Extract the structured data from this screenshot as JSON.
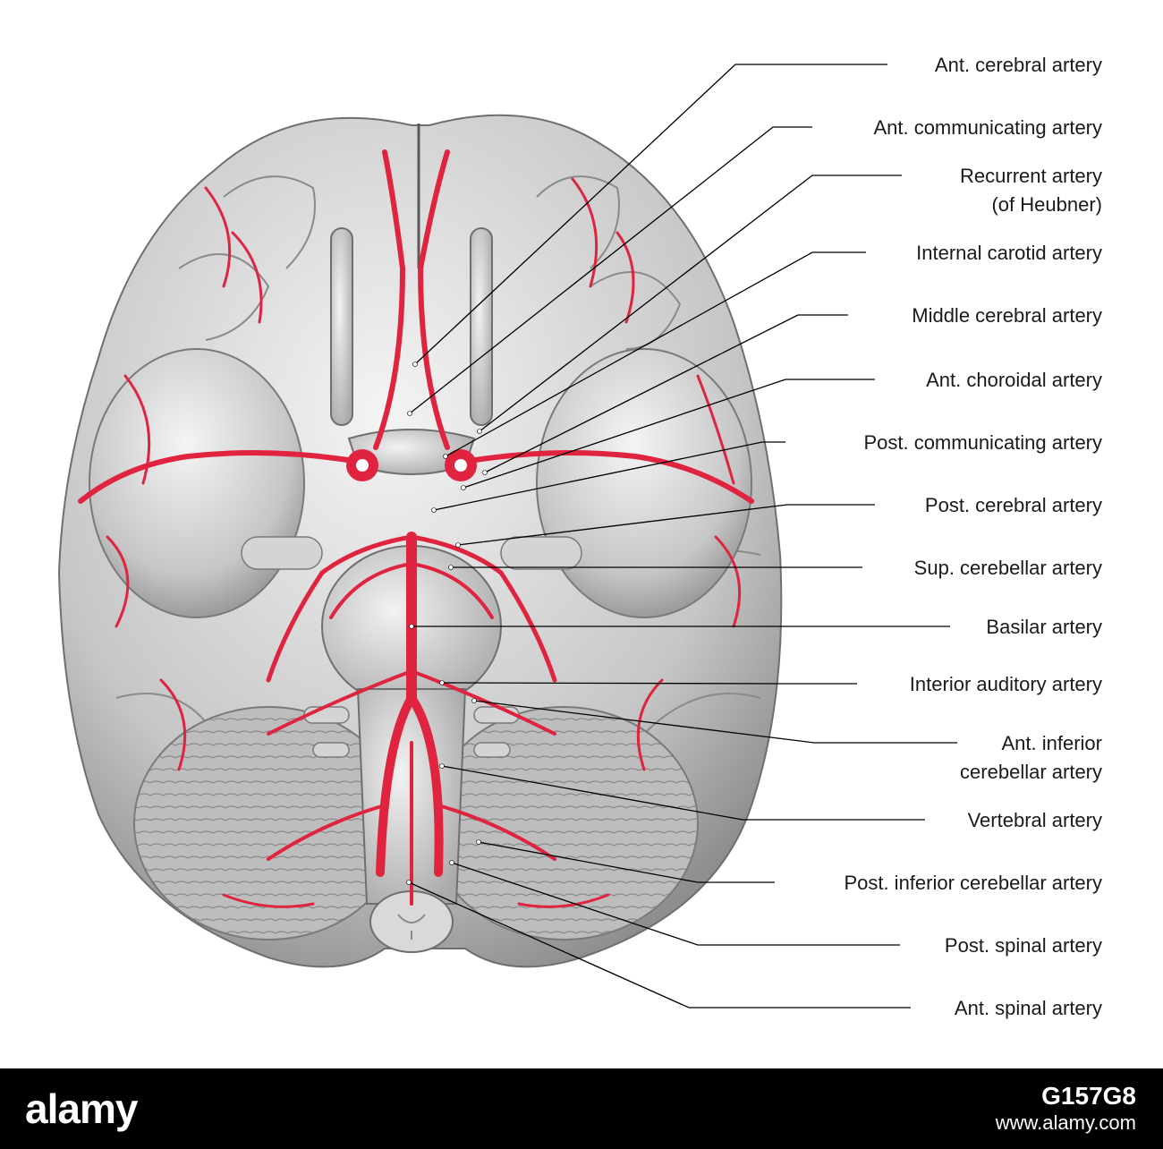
{
  "labels": [
    {
      "lines": [
        "Ant. cerebral artery"
      ]
    },
    {
      "lines": [
        "Ant. communicating artery"
      ]
    },
    {
      "lines": [
        "Recurrent artery",
        "(of Heubner)"
      ]
    },
    {
      "lines": [
        "Internal carotid artery"
      ]
    },
    {
      "lines": [
        "Middle cerebral artery"
      ]
    },
    {
      "lines": [
        "Ant. choroidal artery"
      ]
    },
    {
      "lines": [
        "Post. communicating artery"
      ]
    },
    {
      "lines": [
        "Post. cerebral artery"
      ]
    },
    {
      "lines": [
        "Sup. cerebellar artery"
      ]
    },
    {
      "lines": [
        "Basilar artery"
      ]
    },
    {
      "lines": [
        "Interior auditory artery"
      ]
    },
    {
      "lines": [
        "Ant. inferior",
        "cerebellar artery"
      ]
    },
    {
      "lines": [
        "Vertebral artery"
      ]
    },
    {
      "lines": [
        "Post. inferior cerebellar artery"
      ]
    },
    {
      "lines": [
        "Post. spinal artery"
      ]
    },
    {
      "lines": [
        "Ant. spinal artery"
      ]
    }
  ],
  "watermark": {
    "logo": "alamy",
    "image_id": "G157G8",
    "site": "www.alamy.com"
  },
  "colors": {
    "artery": "#e0243f",
    "brain": "#c9c9c9",
    "outline": "#6f6f6f",
    "footer": "#000000"
  }
}
